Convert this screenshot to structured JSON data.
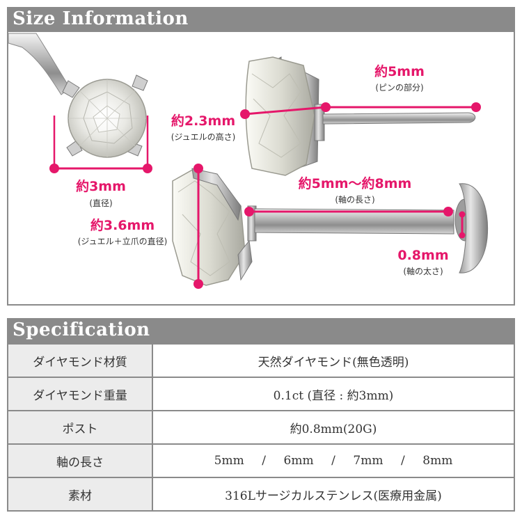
{
  "size_section": {
    "title": "Size Information",
    "annotations": {
      "diameter": {
        "value": "約3mm",
        "caption": "(直径)"
      },
      "pin_part": {
        "value": "約5mm",
        "caption": "(ピンの部分)"
      },
      "jewel_height": {
        "value": "約2.3mm",
        "caption": "(ジュエルの高さ)"
      },
      "shaft_length": {
        "value": "約5mm〜約8mm",
        "caption": "(軸の長さ)"
      },
      "jewel_claw_diameter": {
        "value": "約3.6mm",
        "caption": "(ジュエル＋立爪の直径)"
      },
      "shaft_thickness": {
        "value": "0.8mm",
        "caption": "(軸の太さ)"
      }
    }
  },
  "spec_section": {
    "title": "Specification",
    "rows": [
      {
        "label": "ダイヤモンド材質",
        "value": "天然ダイヤモンド(無色透明)"
      },
      {
        "label": "ダイヤモンド重量",
        "value": "0.1ct (直径 : 約3mm)"
      },
      {
        "label": "ポスト",
        "value": "約0.8mm(20G)"
      },
      {
        "label": "軸の長さ",
        "lengths": [
          "5mm",
          "6mm",
          "7mm",
          "8mm"
        ],
        "separator": "/"
      },
      {
        "label": "素材",
        "value": "316Lサージカルステンレス(医療用金属)"
      }
    ]
  },
  "colors": {
    "accent": "#e5176a",
    "header_gray": "#8a8a8a",
    "label_bg": "#ececec",
    "border": "#8a8a8a"
  }
}
